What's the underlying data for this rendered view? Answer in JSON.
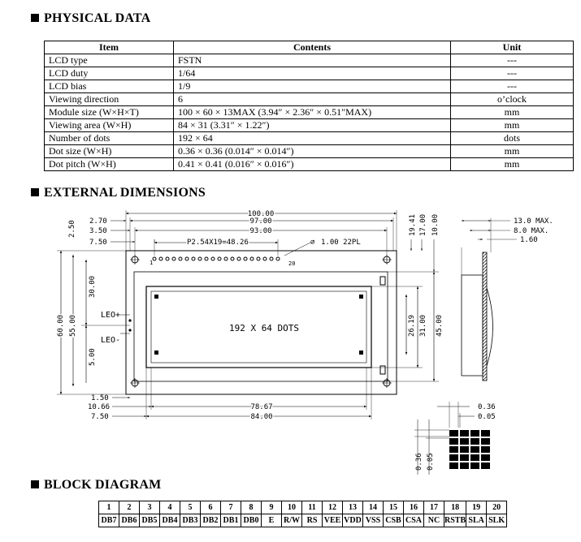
{
  "sections": {
    "physical": "PHYSICAL DATA",
    "external": "EXTERNAL DIMENSIONS",
    "block": "BLOCK DIAGRAM"
  },
  "physical_table": {
    "headers": [
      "Item",
      "Contents",
      "Unit"
    ],
    "rows": [
      {
        "item": "LCD type",
        "contents": "FSTN",
        "unit": "---"
      },
      {
        "item": "LCD duty",
        "contents": "1/64",
        "unit": "---"
      },
      {
        "item": "LCD bias",
        "contents": "1/9",
        "unit": "---"
      },
      {
        "item": "Viewing direction",
        "contents": "6",
        "unit": "o’clock"
      },
      {
        "item": "Module size (W×H×T)",
        "contents": "100 × 60 × 13MAX (3.94″ × 2.36″ × 0.51″MAX)",
        "unit": "mm"
      },
      {
        "item": "Viewing area (W×H)",
        "contents": "84 × 31 (3.31″ × 1.22″)",
        "unit": "mm"
      },
      {
        "item": "Number of dots",
        "contents": "192 × 64",
        "unit": "dots"
      },
      {
        "item": "Dot size (W×H)",
        "contents": "0.36 ×  0.36 (0.014″ × 0.014″)",
        "unit": "mm"
      },
      {
        "item": "Dot pitch (W×H)",
        "contents": "0.41 × 0.41 (0.016″ × 0.016″)",
        "unit": "mm"
      }
    ]
  },
  "drawing": {
    "top_dims": [
      "100.00",
      "97.00",
      "93.00"
    ],
    "left_top_dims": [
      "2.70",
      "3.50",
      "7.50"
    ],
    "v_250": "2.50",
    "pitch": "P2.54X19=48.26",
    "hole": "1.00 22PL",
    "pin1": "1",
    "pin20": "20",
    "led_plus": "LEO+",
    "led_minus": "LEO-",
    "v_left": [
      "60.00",
      "55.00",
      "30.00",
      "5.00"
    ],
    "center_text": "192 X 64 DOTS",
    "right_v": [
      "26.19",
      "31.00",
      "45.00"
    ],
    "right_top_v": [
      "19.41",
      "17.00",
      "10.00"
    ],
    "side": [
      "13.0 MAX.",
      "8.0 MAX.",
      "1.60"
    ],
    "bottom_left": [
      "1.50",
      "10.66",
      "7.50"
    ],
    "bottom_dims": [
      "78.67",
      "84.00"
    ],
    "dot_dims": [
      "0.36",
      "0.05"
    ],
    "dot_v": [
      "0.36",
      "0.05"
    ]
  },
  "pins": {
    "numbers": [
      "1",
      "2",
      "3",
      "4",
      "5",
      "6",
      "7",
      "8",
      "9",
      "10",
      "11",
      "12",
      "13",
      "14",
      "15",
      "16",
      "17",
      "18",
      "19",
      "20"
    ],
    "names": [
      "DB7",
      "DB6",
      "DB5",
      "DB4",
      "DB3",
      "DB2",
      "DB1",
      "DB0",
      "E",
      "R/W",
      "RS",
      "VEE",
      "VDD",
      "VSS",
      "CSB",
      "CSA",
      "NC",
      "RSTB",
      "SLA",
      "SLK"
    ]
  }
}
